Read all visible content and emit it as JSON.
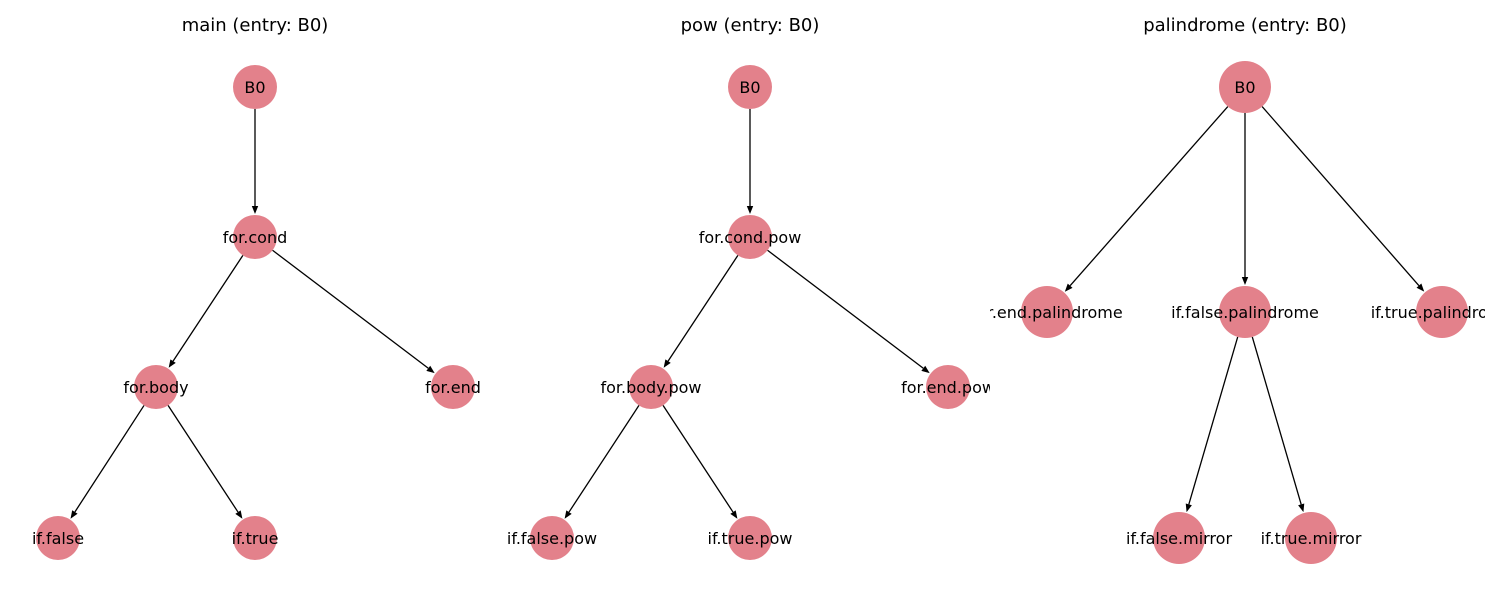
{
  "graphs": [
    {
      "title": "main (entry: B0)",
      "nodes": [
        {
          "id": "B0",
          "label": "B0"
        },
        {
          "id": "for.cond",
          "label": "for.cond"
        },
        {
          "id": "for.body",
          "label": "for.body"
        },
        {
          "id": "for.end",
          "label": "for.end"
        },
        {
          "id": "if.false",
          "label": "if.false"
        },
        {
          "id": "if.true",
          "label": "if.true"
        }
      ],
      "edges": [
        {
          "from": "B0",
          "to": "for.cond"
        },
        {
          "from": "for.cond",
          "to": "for.body"
        },
        {
          "from": "for.cond",
          "to": "for.end"
        },
        {
          "from": "for.body",
          "to": "if.false"
        },
        {
          "from": "for.body",
          "to": "if.true"
        }
      ]
    },
    {
      "title": "pow (entry: B0)",
      "nodes": [
        {
          "id": "B0",
          "label": "B0"
        },
        {
          "id": "for.cond.pow",
          "label": "for.cond.pow"
        },
        {
          "id": "for.body.pow",
          "label": "for.body.pow"
        },
        {
          "id": "for.end.pow",
          "label": "for.end.pow"
        },
        {
          "id": "if.false.pow",
          "label": "if.false.pow"
        },
        {
          "id": "if.true.pow",
          "label": "if.true.pow"
        }
      ],
      "edges": [
        {
          "from": "B0",
          "to": "for.cond.pow"
        },
        {
          "from": "for.cond.pow",
          "to": "for.body.pow"
        },
        {
          "from": "for.cond.pow",
          "to": "for.end.pow"
        },
        {
          "from": "for.body.pow",
          "to": "if.false.pow"
        },
        {
          "from": "for.body.pow",
          "to": "if.true.pow"
        }
      ]
    },
    {
      "title": "palindrome (entry: B0)",
      "nodes": [
        {
          "id": "B0",
          "label": "B0"
        },
        {
          "id": "for.end.palindrome",
          "label": "for.end.palindrome"
        },
        {
          "id": "if.false.palindrome",
          "label": "if.false.palindrome"
        },
        {
          "id": "if.true.palindrome",
          "label": "if.true.palindrome"
        },
        {
          "id": "if.false.mirror",
          "label": "if.false.mirror"
        },
        {
          "id": "if.true.mirror",
          "label": "if.true.mirror"
        }
      ],
      "edges": [
        {
          "from": "B0",
          "to": "for.end.palindrome"
        },
        {
          "from": "B0",
          "to": "if.false.palindrome"
        },
        {
          "from": "B0",
          "to": "if.true.palindrome"
        },
        {
          "from": "if.false.palindrome",
          "to": "if.false.mirror"
        },
        {
          "from": "if.false.palindrome",
          "to": "if.true.mirror"
        }
      ]
    }
  ]
}
